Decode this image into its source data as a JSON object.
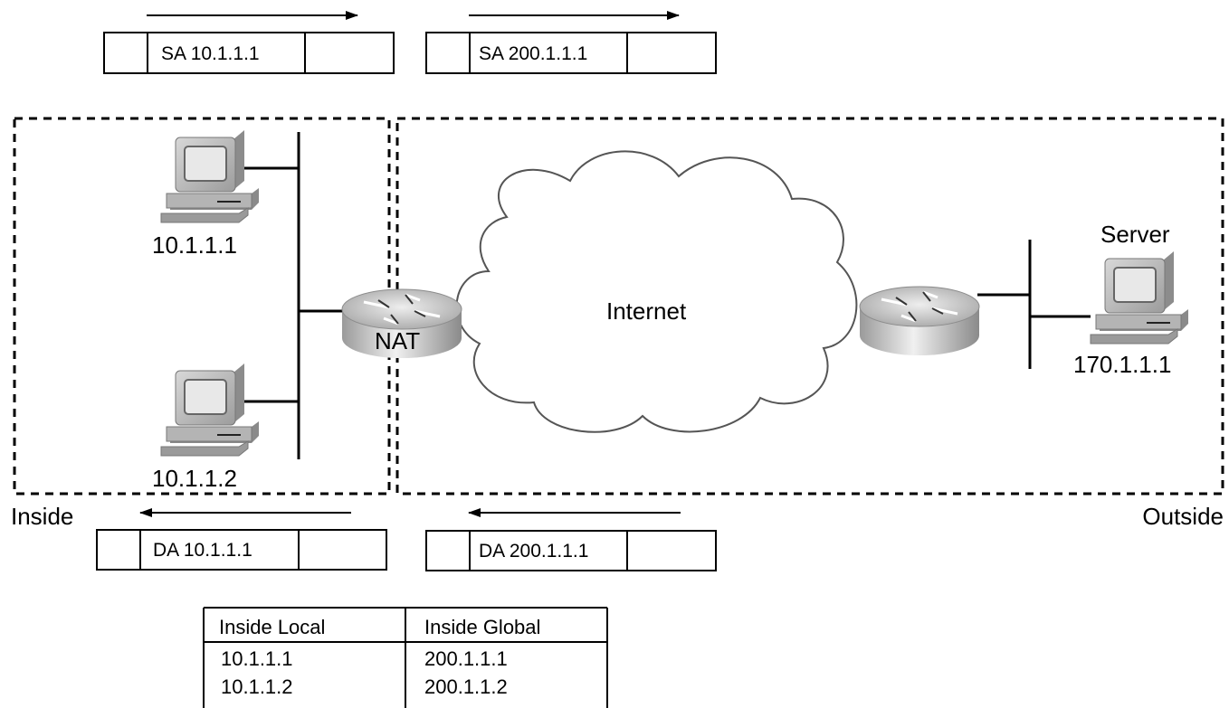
{
  "packets": {
    "top_left_label": "SA 10.1.1.1",
    "top_right_label": "SA 200.1.1.1",
    "bottom_left_label": "DA 10.1.1.1",
    "bottom_right_label": "DA 200.1.1.1"
  },
  "hosts": {
    "host1_ip": "10.1.1.1",
    "host2_ip": "10.1.1.2",
    "server_title": "Server",
    "server_ip": "170.1.1.1"
  },
  "network": {
    "nat_label": "NAT",
    "internet_label": "Internet"
  },
  "zones": {
    "inside_label": "Inside",
    "outside_label": "Outside"
  },
  "nat_table": {
    "headers": [
      "Inside Local",
      "Inside Global"
    ],
    "rows": [
      [
        "10.1.1.1",
        "200.1.1.1"
      ],
      [
        "10.1.1.2",
        "200.1.1.2"
      ]
    ]
  }
}
